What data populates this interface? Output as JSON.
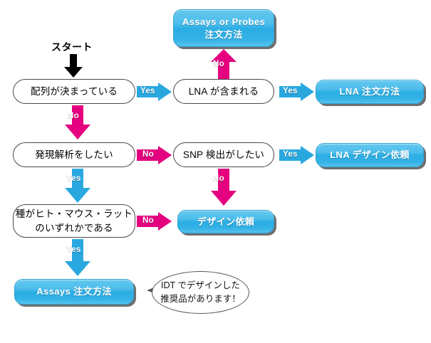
{
  "colors": {
    "button_blue": "#3cb4e5",
    "arrow_blue": "#29a8e0",
    "arrow_pink": "#e4007f",
    "box_border": "#4a4a4a",
    "shadow_gray": "#6e6e6e",
    "text_black": "#000000",
    "text_white": "#ffffff",
    "background": "#ffffff"
  },
  "flowchart": {
    "start": {
      "label": "スタート",
      "arrow_icon": "down-arrow-black-icon"
    },
    "nodes": [
      {
        "id": "assays-or-probes-order",
        "kind": "action",
        "lines": [
          "Assays or Probes",
          "注文方法"
        ]
      },
      {
        "id": "sequence-decided",
        "kind": "decision",
        "lines": [
          "配列が決まっている"
        ]
      },
      {
        "id": "lna-included",
        "kind": "decision",
        "lines": [
          "LNA が含まれる"
        ]
      },
      {
        "id": "lna-order",
        "kind": "action",
        "lines": [
          "LNA 注文方法"
        ]
      },
      {
        "id": "expression-analysis",
        "kind": "decision",
        "lines": [
          "発現解析をしたい"
        ]
      },
      {
        "id": "snp-detection",
        "kind": "decision",
        "lines": [
          "SNP 検出がしたい"
        ]
      },
      {
        "id": "lna-design-request",
        "kind": "action",
        "lines": [
          "LNA デザイン依頼"
        ]
      },
      {
        "id": "species-human-mouse-rat",
        "kind": "decision",
        "lines": [
          "種がヒト・マウス・ラット",
          "のいずれかである"
        ]
      },
      {
        "id": "design-request",
        "kind": "action",
        "lines": [
          "デザイン依頼"
        ]
      },
      {
        "id": "assays-order",
        "kind": "action",
        "lines": [
          "Assays 注文方法"
        ]
      }
    ],
    "edges": [
      {
        "id": "edge-lna-included-no",
        "label": "No",
        "color": "pink",
        "direction": "up",
        "icon": "arrow-up-icon"
      },
      {
        "id": "edge-sequence-decided-yes",
        "label": "Yes",
        "color": "blue",
        "direction": "right",
        "icon": "arrow-right-icon"
      },
      {
        "id": "edge-lna-included-yes",
        "label": "Yes",
        "color": "blue",
        "direction": "right",
        "icon": "arrow-right-icon"
      },
      {
        "id": "edge-sequence-decided-no",
        "label": "No",
        "color": "pink",
        "direction": "down",
        "icon": "arrow-down-icon"
      },
      {
        "id": "edge-expression-no",
        "label": "No",
        "color": "pink",
        "direction": "right",
        "icon": "arrow-right-icon"
      },
      {
        "id": "edge-snp-detection-yes",
        "label": "Yes",
        "color": "blue",
        "direction": "right",
        "icon": "arrow-right-icon"
      },
      {
        "id": "edge-expression-yes",
        "label": "Yes",
        "color": "blue",
        "direction": "down",
        "icon": "arrow-down-icon"
      },
      {
        "id": "edge-snp-detection-no",
        "label": "No",
        "color": "pink",
        "direction": "down",
        "icon": "arrow-down-icon"
      },
      {
        "id": "edge-species-no",
        "label": "No",
        "color": "pink",
        "direction": "right",
        "icon": "arrow-right-icon"
      },
      {
        "id": "edge-species-yes",
        "label": "Yes",
        "color": "blue",
        "direction": "down",
        "icon": "arrow-down-icon"
      }
    ],
    "callout": {
      "id": "idt-recommendation-callout",
      "lines": [
        "IDT でデザインした",
        "推奨品があります！"
      ]
    }
  }
}
